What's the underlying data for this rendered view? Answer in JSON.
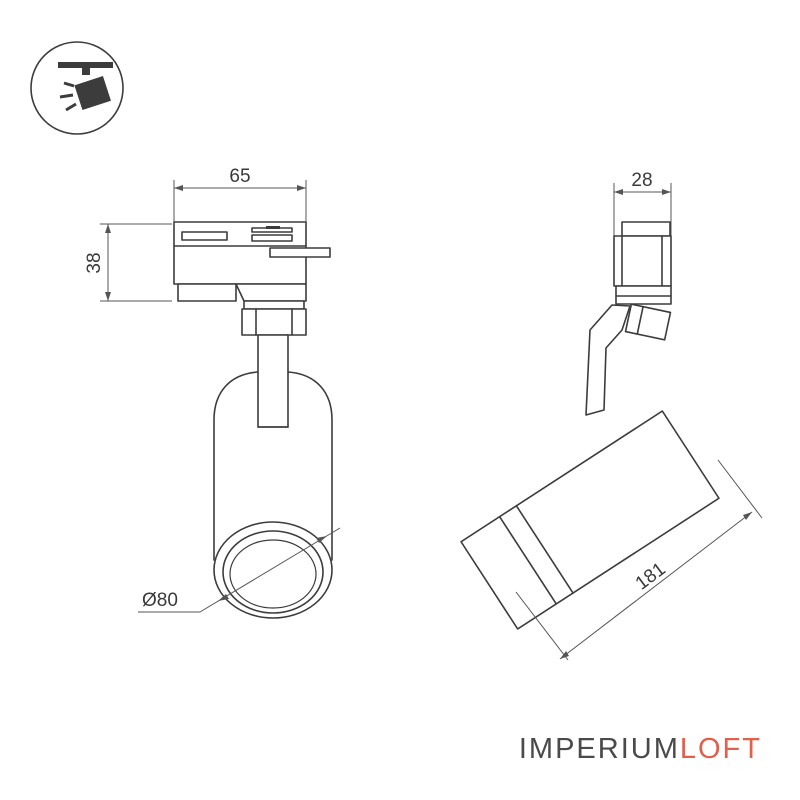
{
  "dimensions": {
    "width": "65",
    "height": "38",
    "depth": "28",
    "diameter": "Ø80",
    "length": "181"
  },
  "brand": {
    "name_main": "IMPERIUM",
    "name_accent": "LOFT",
    "accent_color": "#e0604c",
    "main_color": "#4a4a4a"
  },
  "icon": {
    "type": "track-spotlight-icon"
  }
}
